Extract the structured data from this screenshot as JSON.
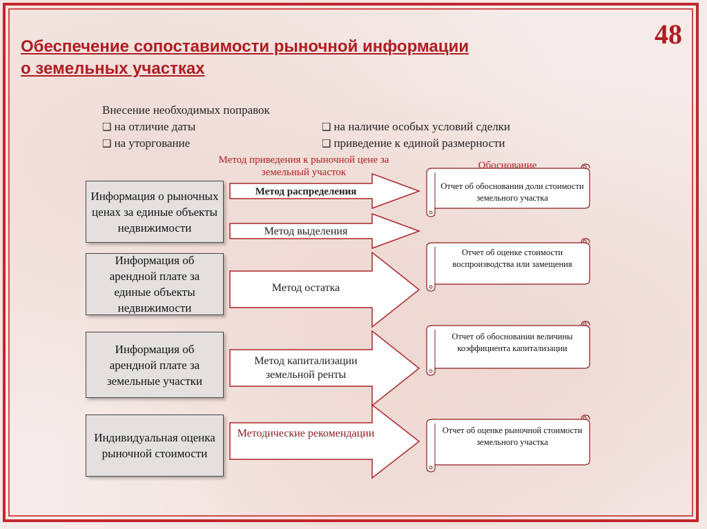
{
  "slide_number": "48",
  "title": {
    "line1": "Обеспечение сопоставимости рыночной информации",
    "line2": "о земельных участках"
  },
  "intro": "Внесение необходимых поправок",
  "adjustments": [
    "на отличие даты",
    "на уторгование",
    "на наличие особых условий сделки",
    "приведение к единой размерности"
  ],
  "column_labels": {
    "method": "Метод приведения к рыночной цене за земельный участок",
    "justification": "Обоснование"
  },
  "info_boxes": [
    "Информация о рыночных ценах за единые объекты недвижимости",
    "Информация об арендной плате за единые объекты недвижимости",
    "Информация об арендной плате за земельные участки",
    "Индивидуальная оценка рыночной стоимости"
  ],
  "methods": [
    "Метод распределения",
    "Метод выделения",
    "Метод остатка",
    "Метод капитализации земельной ренты",
    "Методические рекомендации"
  ],
  "reports": [
    "Отчет об обосновании доли стоимости земельного участка",
    "Отчет об оценке стоимости воспроизводства или замещения",
    "Отчет об обосновании величины коэффициента капитализации",
    "Отчет об оценке рыночной стоимости земельного участка"
  ],
  "colors": {
    "accent": "#b01c22",
    "frame": "#c0272d",
    "box_fill": "#e4e0e0"
  }
}
